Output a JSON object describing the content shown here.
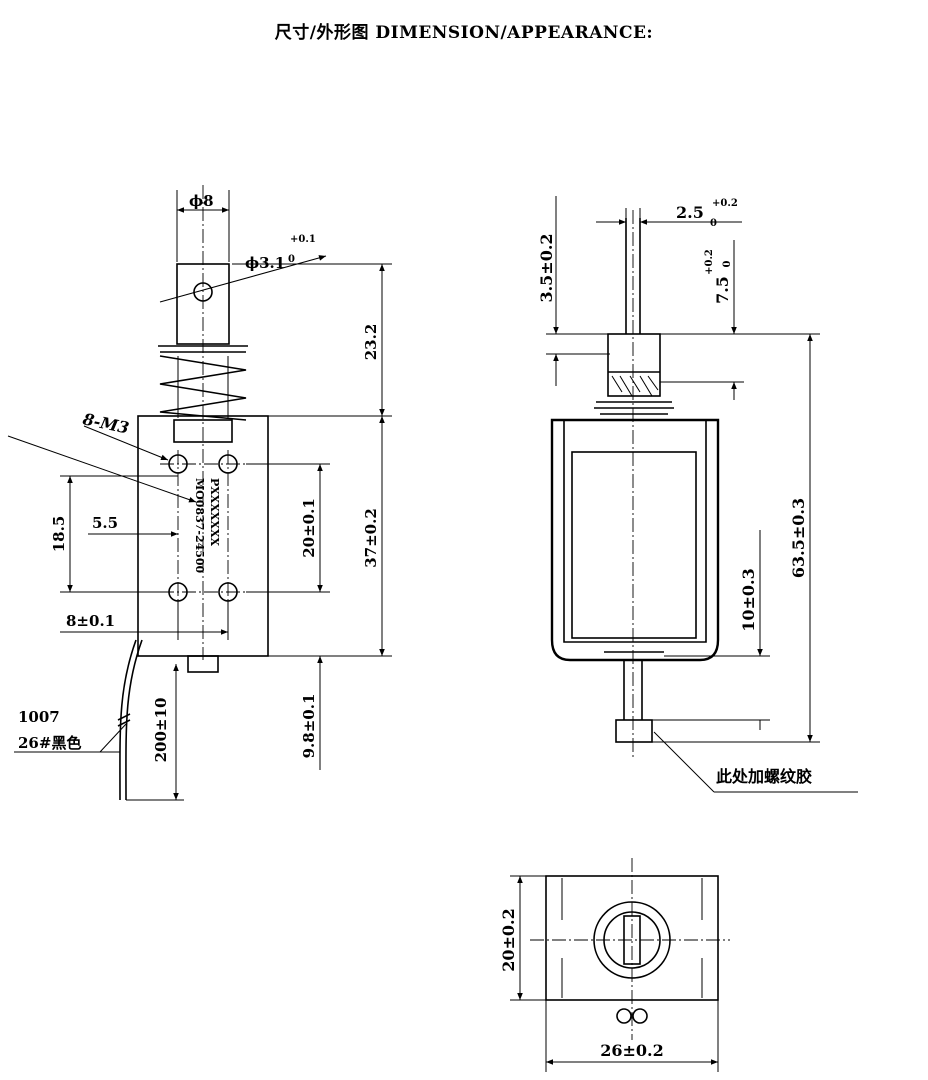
{
  "title": "尺寸/外形图 DIMENSION/APPEARANCE:",
  "front_view": {
    "phi8": "ϕ8",
    "phi3": "ϕ3.1",
    "phi3_tol": "+0.1",
    "phi3_sub": "0",
    "dim_23_2": "23.2",
    "dim_37": "37±0.2",
    "dim_20": "20±0.1",
    "dim_18_5": "18.5",
    "dim_5_5": "5.5",
    "dim_8": "8±0.1",
    "dim_9_8": "9.8±0.1",
    "dim_200": "200±10",
    "holes": "8-M3",
    "label_model": "MO0837-24500",
    "label_code": "PXXXXXXX",
    "wire_spec": "1007",
    "wire_color": "26#黑色"
  },
  "side_view": {
    "dim_2_5": "2.5",
    "dim_2_5_tol": "+0.2",
    "dim_2_5_sub": "0",
    "dim_3_5": "3.5±0.2",
    "dim_7_5": "7.5",
    "dim_7_5_tol": "+0.2",
    "dim_7_5_sub": "0",
    "dim_63_5": "63.5±0.3",
    "dim_10": "10±0.3",
    "glue_note": "此处加螺纹胶"
  },
  "bottom_view": {
    "dim_20": "20±0.2",
    "dim_26": "26±0.2"
  }
}
